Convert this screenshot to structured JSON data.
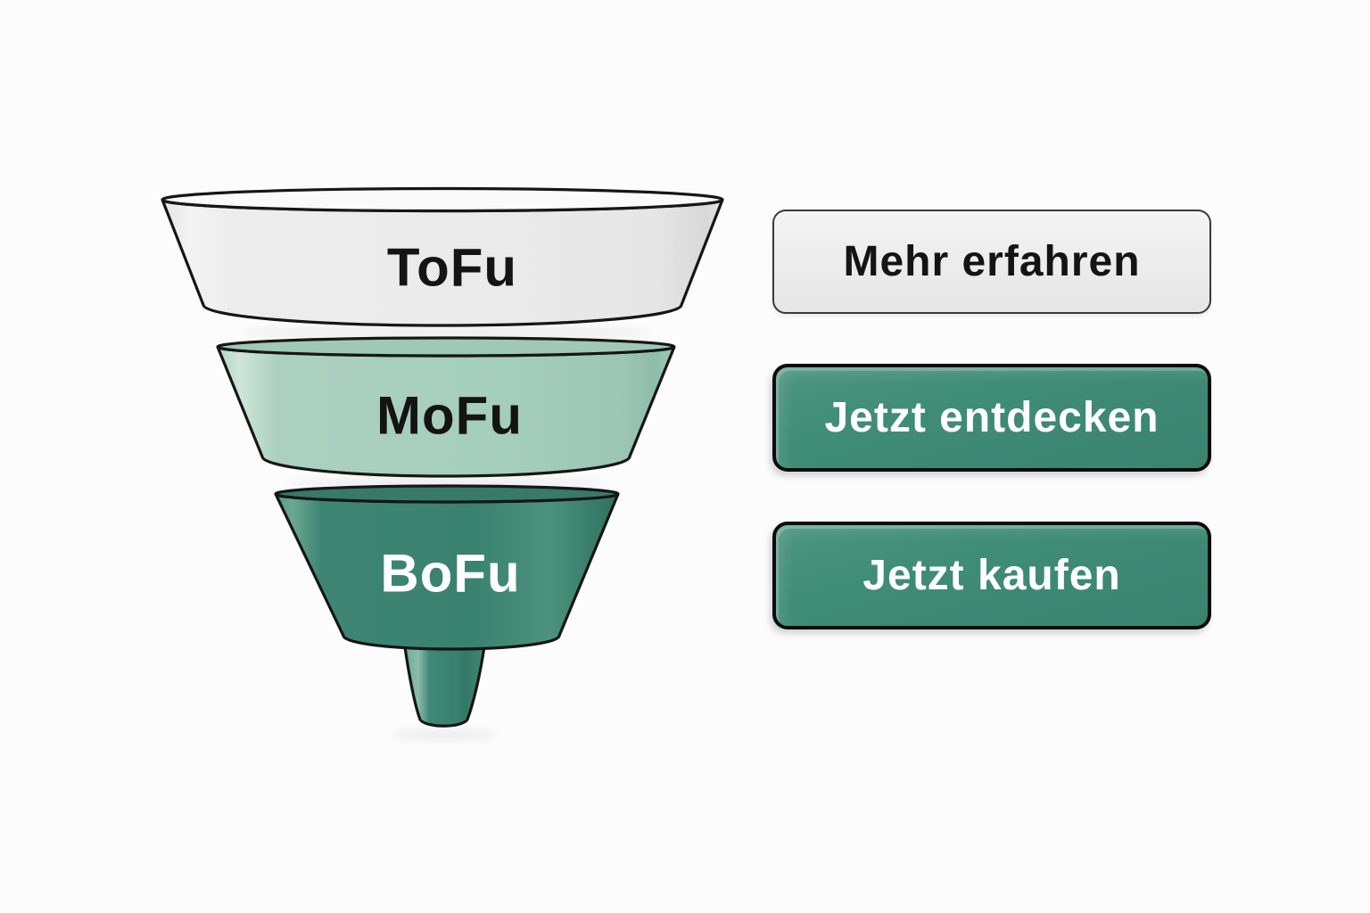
{
  "page": {
    "background": "#fcfcfc",
    "outline_color": "#161616"
  },
  "funnel": {
    "stages": [
      {
        "id": "tofu",
        "label": "ToFu",
        "fill": "#ebebeb",
        "label_color": "#141414"
      },
      {
        "id": "mofu",
        "label": "MoFu",
        "fill": "#a6cdbe",
        "label_color": "#141414"
      },
      {
        "id": "bofu",
        "label": "BoFu",
        "fill": "#3b8270",
        "label_color": "#ffffff"
      }
    ]
  },
  "cta_buttons": [
    {
      "label": "Mehr erfahren",
      "bg": "#ececec",
      "text_color": "#141414",
      "border_color": "#3a3a3a"
    },
    {
      "label": "Jetzt entdecken",
      "bg": "#3f8c77",
      "text_color": "#ffffff",
      "border_color": "#0c0c0c"
    },
    {
      "label": "Jetzt kaufen",
      "bg": "#3f8c77",
      "text_color": "#ffffff",
      "border_color": "#0c0c0c"
    }
  ]
}
